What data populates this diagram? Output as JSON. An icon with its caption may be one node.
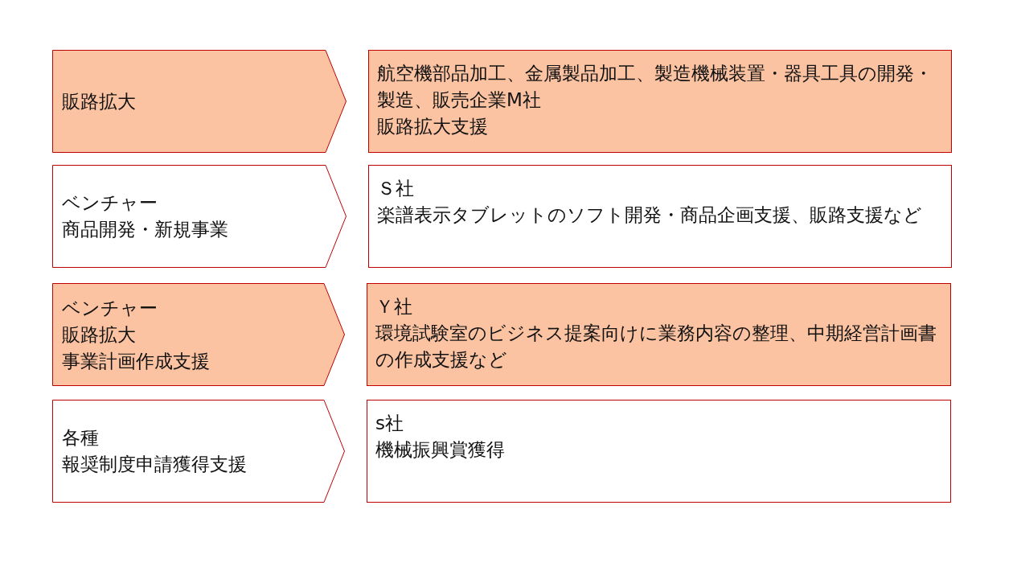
{
  "diagram": {
    "nodes": [
      {
        "text": [
          "販路拡大"
        ]
      },
      {
        "text": [
          "航空機部品加工、金属製品加工、製造機械装置・器具工具の開発・製造、販売企業M社",
          "販路拡大支援"
        ]
      },
      {
        "text": [
          "ベンチャー",
          "商品開発・新規事業"
        ]
      },
      {
        "text": [
          "Ｓ社",
          "楽譜表示タブレットのソフト開発・商品企画支援、販路支援など"
        ]
      },
      {
        "text": [
          "ベンチャー",
          "販路拡大",
          "事業計画作成支援"
        ]
      },
      {
        "text": [
          "Ｙ社",
          "環境試験室のビジネス提案向けに業務内容の整理、中期経営計画書の作成支援など"
        ]
      },
      {
        "text": [
          "各種",
          "報奨制度申請獲得支援"
        ]
      },
      {
        "text": [
          "s社",
          "機械振興賞獲得"
        ]
      }
    ]
  }
}
